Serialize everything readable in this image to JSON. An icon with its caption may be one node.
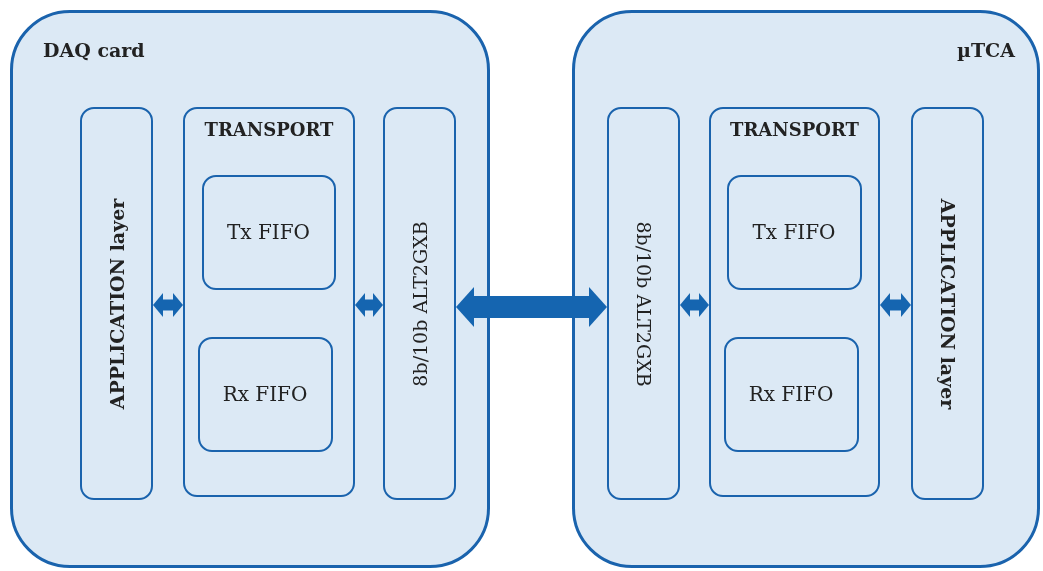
{
  "diagram": {
    "nodes": [
      {
        "text": [
          "DAQ card"
        ]
      },
      {
        "text": [
          "APPLICATION layer"
        ],
        "in": 0
      },
      {
        "text": [
          "TRANSPORT"
        ],
        "in": 0
      },
      {
        "text": [
          "Tx FIFO"
        ],
        "in": 2
      },
      {
        "text": [
          "Rx FIFO"
        ],
        "in": 2
      },
      {
        "text": [
          "8b/10b ALT2GXB"
        ],
        "in": 0
      },
      {
        "text": [
          "µTCA"
        ]
      },
      {
        "text": [
          "8b/10b ALT2GXB"
        ],
        "in": 6
      },
      {
        "text": [
          "TRANSPORT"
        ],
        "in": 6
      },
      {
        "text": [
          "Tx FIFO"
        ],
        "in": 8
      },
      {
        "text": [
          "Rx FIFO"
        ],
        "in": 8
      },
      {
        "text": [
          "APPLICATION layer"
        ],
        "in": 6
      }
    ],
    "edges": [
      {
        "from": 1,
        "to": 2,
        "arrow": "both"
      },
      {
        "from": 2,
        "to": 5,
        "arrow": "both"
      },
      {
        "from": 5,
        "to": 7,
        "arrow": "both",
        "style": "thick"
      },
      {
        "from": 7,
        "to": 8,
        "arrow": "both"
      },
      {
        "from": 8,
        "to": 11,
        "arrow": "both"
      }
    ]
  }
}
